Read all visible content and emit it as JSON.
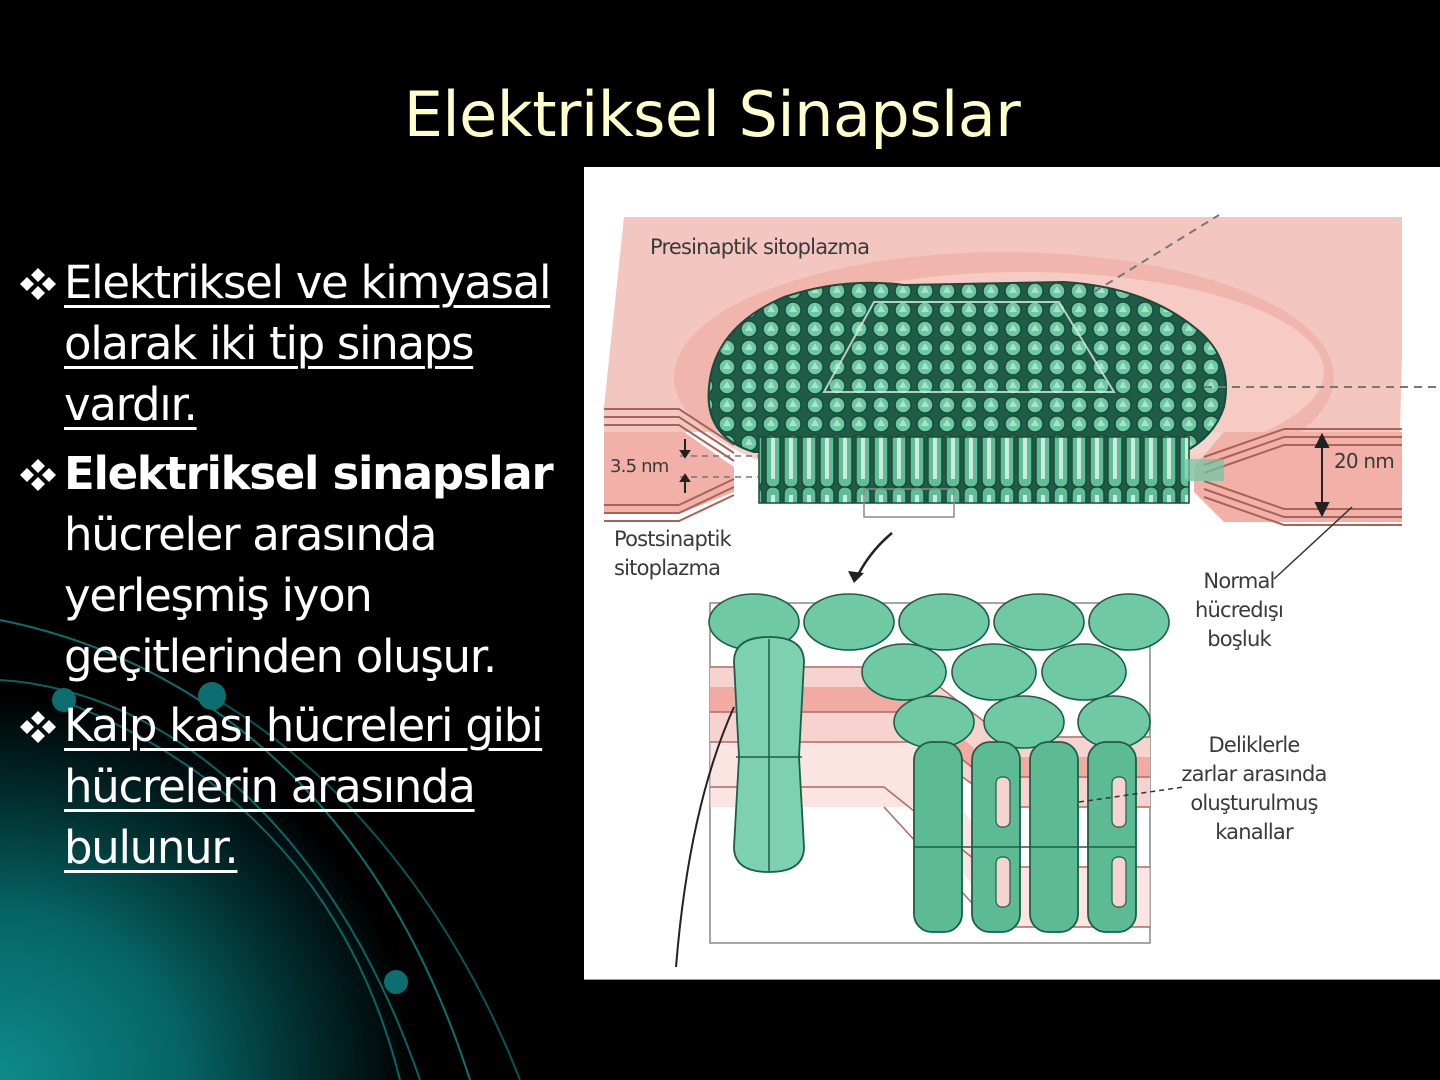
{
  "slide": {
    "title": "Elektriksel Sinapslar",
    "bullet_icon": "four-diamond-bullet",
    "bullets": [
      {
        "style": "underlined",
        "text": "Elektriksel ve kimyasal olarak iki tip sinaps vardır."
      },
      {
        "style": "bold-lead",
        "bold": "Elektriksel sinapslar",
        "text": "hücreler arasında yerleşmiş iyon geçitlerinden oluşur."
      },
      {
        "style": "underlined",
        "text": "Kalp kası hücreleri gibi hücrelerin arasında bulunur."
      }
    ]
  },
  "figure": {
    "labels": {
      "presynaptic": "Presinaptik sitoplazma",
      "postsynaptic_1": "Postsinaptik",
      "postsynaptic_2": "sitoplazma",
      "gap_small": "3.5 nm",
      "gap_large": "20 nm",
      "extracellular_1": "Normal",
      "extracellular_2": "hücredışı",
      "extracellular_3": "boşluk",
      "channels_1": "Deliklerle",
      "channels_2": "zarlar arasında",
      "channels_3": "oluşturulmuş",
      "channels_4": "kanallar"
    },
    "colors": {
      "membrane_pink": "#f2b3ad",
      "connexon_green": "#6cc9a4",
      "connexon_outline": "#1d5e48",
      "title_color": "#ffffcc",
      "teal_accent": "#0a7f80"
    }
  }
}
